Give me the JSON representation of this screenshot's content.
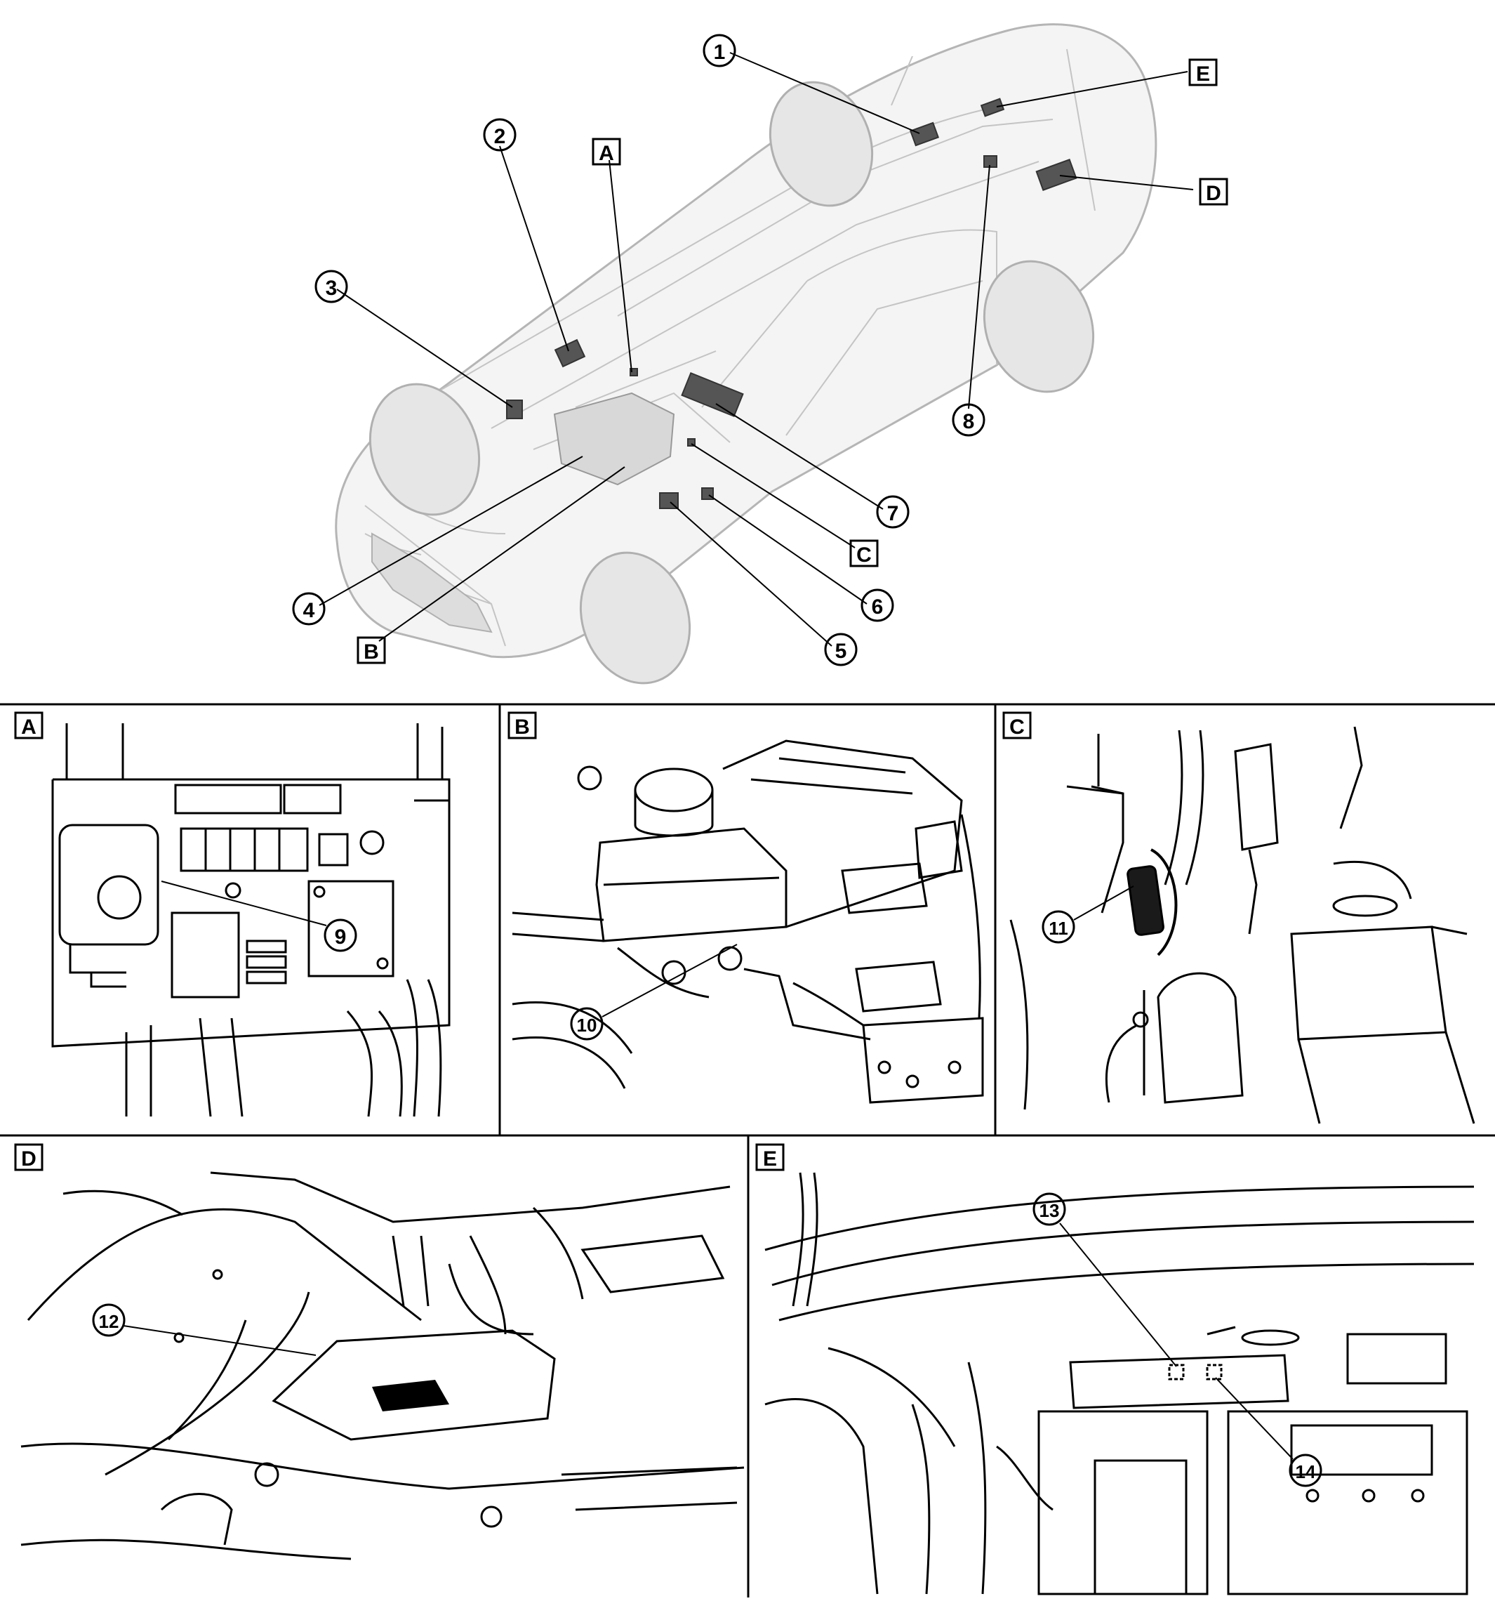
{
  "overview": {
    "callouts": [
      {
        "id": "c1",
        "text": "1"
      },
      {
        "id": "c2",
        "text": "2"
      },
      {
        "id": "c3",
        "text": "3"
      },
      {
        "id": "c4",
        "text": "4"
      },
      {
        "id": "c5",
        "text": "5"
      },
      {
        "id": "c6",
        "text": "6"
      },
      {
        "id": "c7",
        "text": "7"
      },
      {
        "id": "c8",
        "text": "8"
      }
    ],
    "boxes": [
      {
        "id": "bA",
        "text": "A"
      },
      {
        "id": "bB",
        "text": "B"
      },
      {
        "id": "bC",
        "text": "C"
      },
      {
        "id": "bD",
        "text": "D"
      },
      {
        "id": "bE",
        "text": "E"
      }
    ]
  },
  "panels": [
    {
      "id": "A",
      "label": "A",
      "callouts": [
        "9"
      ]
    },
    {
      "id": "B",
      "label": "B",
      "callouts": [
        "10"
      ]
    },
    {
      "id": "C",
      "label": "C",
      "callouts": [
        "11"
      ]
    },
    {
      "id": "D",
      "label": "D",
      "callouts": [
        "12"
      ]
    },
    {
      "id": "E",
      "label": "E",
      "callouts": [
        "13",
        "14"
      ]
    }
  ],
  "colors": {
    "ink": "#000000",
    "ghost": "#b5b5b5",
    "component": "#555555",
    "paper": "#ffffff"
  }
}
